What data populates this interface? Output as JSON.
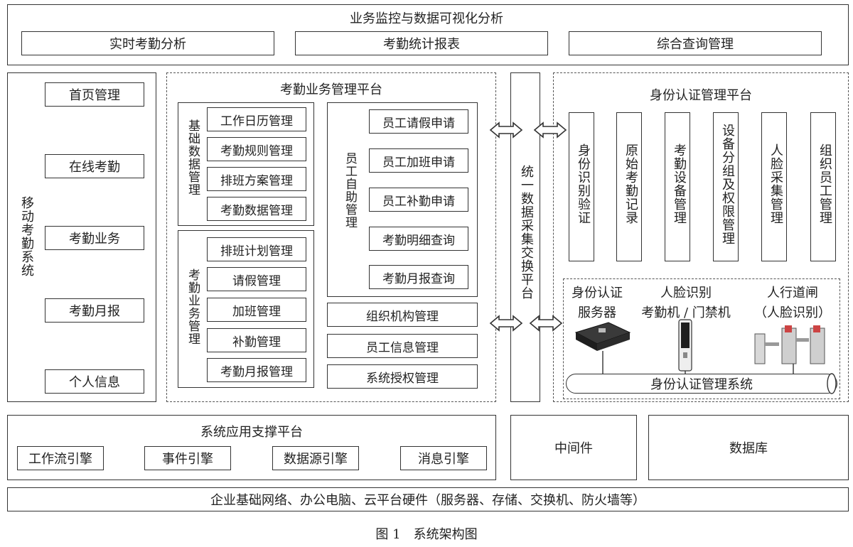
{
  "top_layer": {
    "title": "业务监控与数据可视化分析",
    "items": [
      "实时考勤分析",
      "考勤统计报表",
      "综合查询管理"
    ]
  },
  "mobile": {
    "title": "移动考勤系统",
    "items": [
      "首页管理",
      "在线考勤",
      "考勤业务",
      "考勤月报",
      "个人信息"
    ]
  },
  "attendance_platform": {
    "title": "考勤业务管理平台",
    "basic": {
      "label": "基础数据管理",
      "items": [
        "工作日历管理",
        "考勤规则管理",
        "排班方案管理",
        "考勤数据管理"
      ]
    },
    "business": {
      "label": "考勤业务管理",
      "items": [
        "排班计划管理",
        "请假管理",
        "加班管理",
        "补勤管理",
        "考勤月报管理"
      ]
    },
    "selfservice": {
      "label": "员工自助管理",
      "items": [
        "员工请假申请",
        "员工加班申请",
        "员工补勤申请",
        "考勤明细查询",
        "考勤月报查询"
      ]
    },
    "org_items": [
      "组织机构管理",
      "员工信息管理",
      "系统授权管理"
    ]
  },
  "exchange": {
    "label": "统一数据采集交换平台"
  },
  "identity_platform": {
    "title": "身份认证管理平台",
    "columns": [
      "身份识别验证",
      "原始考勤记录",
      "考勤设备管理",
      "设备分组及权限管理",
      "人脸采集管理",
      "组织员工管理"
    ],
    "devices": [
      {
        "line1": "身份认证",
        "line2": "服务器"
      },
      {
        "line1": "人脸识别",
        "line2": "考勤机 / 门禁机"
      },
      {
        "line1": "人行道闸",
        "line2": "（人脸识别）"
      }
    ],
    "system_bar": "身份认证管理系统"
  },
  "support": {
    "title": "系统应用支撑平台",
    "items": [
      "工作流引擎",
      "事件引擎",
      "数据源引擎",
      "消息引擎"
    ]
  },
  "middleware": "中间件",
  "database": "数据库",
  "infrastructure": "企业基础网络、办公电脑、云平台硬件（服务器、存储、交换机、防火墙等）",
  "caption": "图 1　系统架构图"
}
